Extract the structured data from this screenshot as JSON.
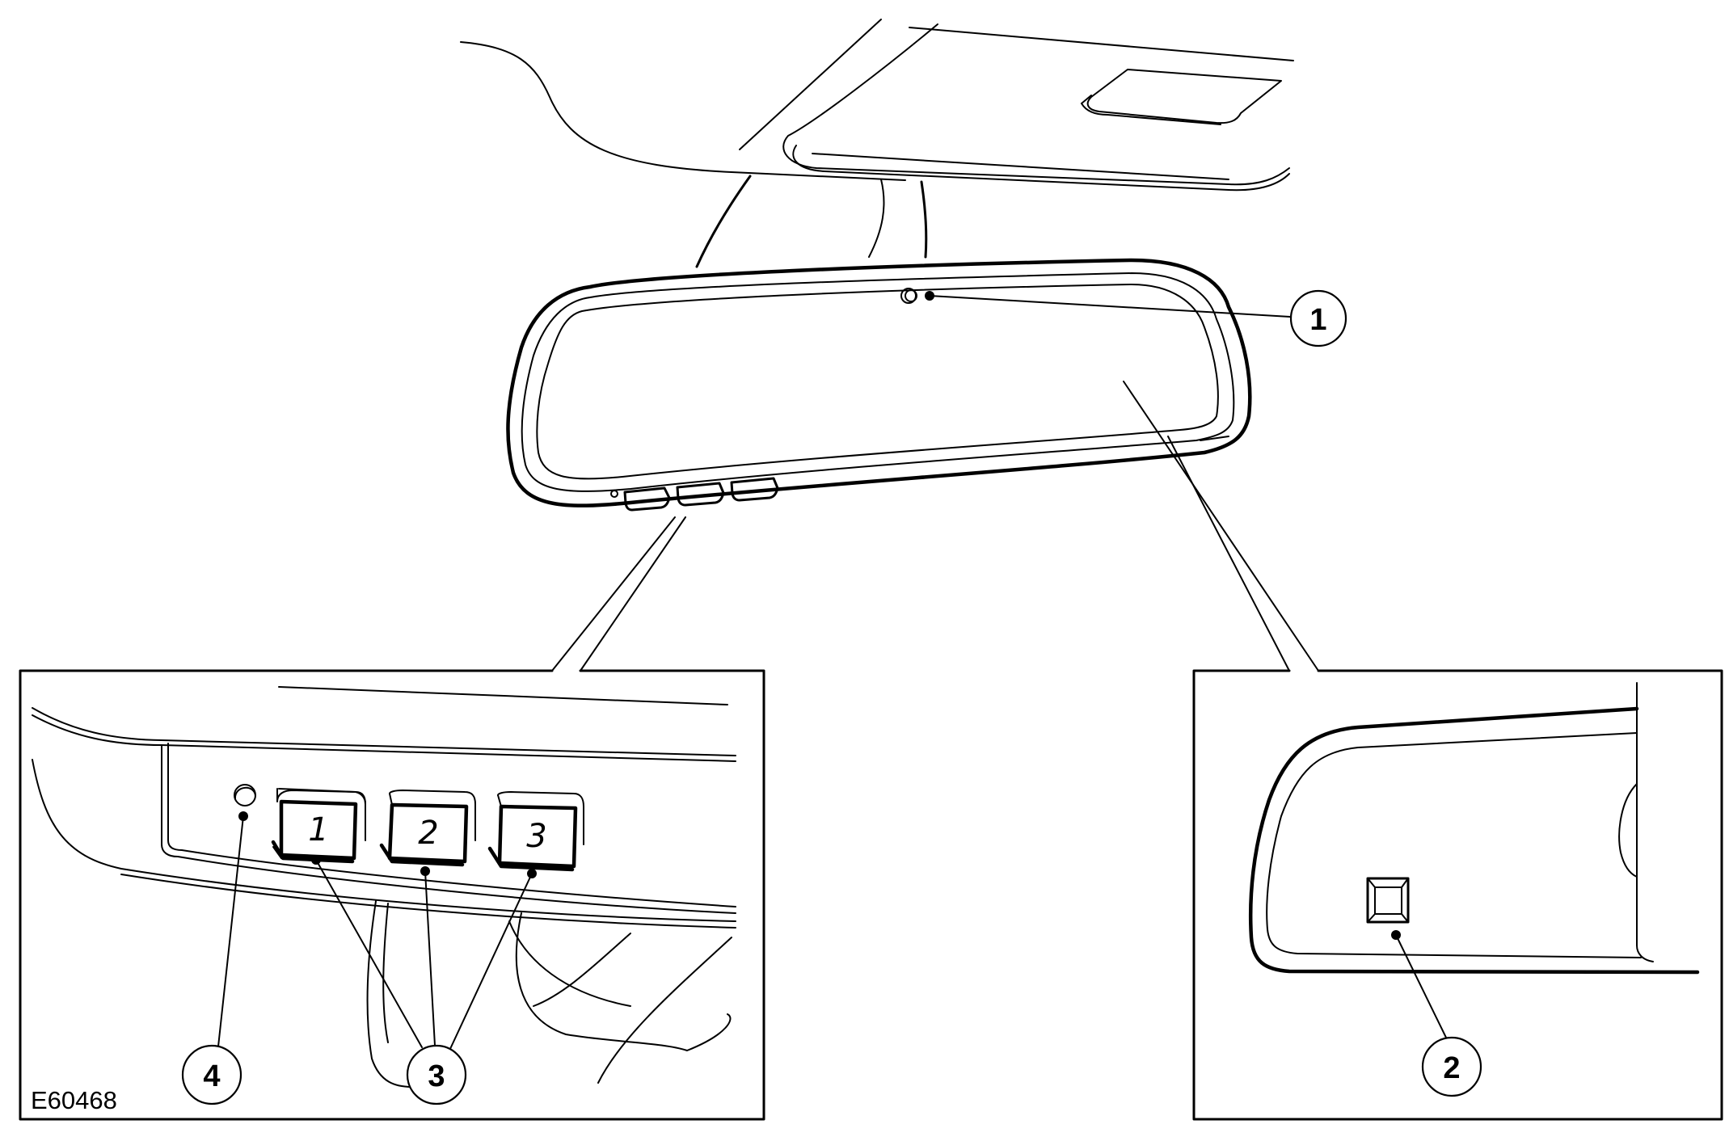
{
  "reference_code": "E60468",
  "callouts": {
    "c1": "1",
    "c2": "2",
    "c3": "3",
    "c4": "4"
  },
  "buttons": {
    "b1": "1",
    "b2": "2",
    "b3": "3"
  }
}
